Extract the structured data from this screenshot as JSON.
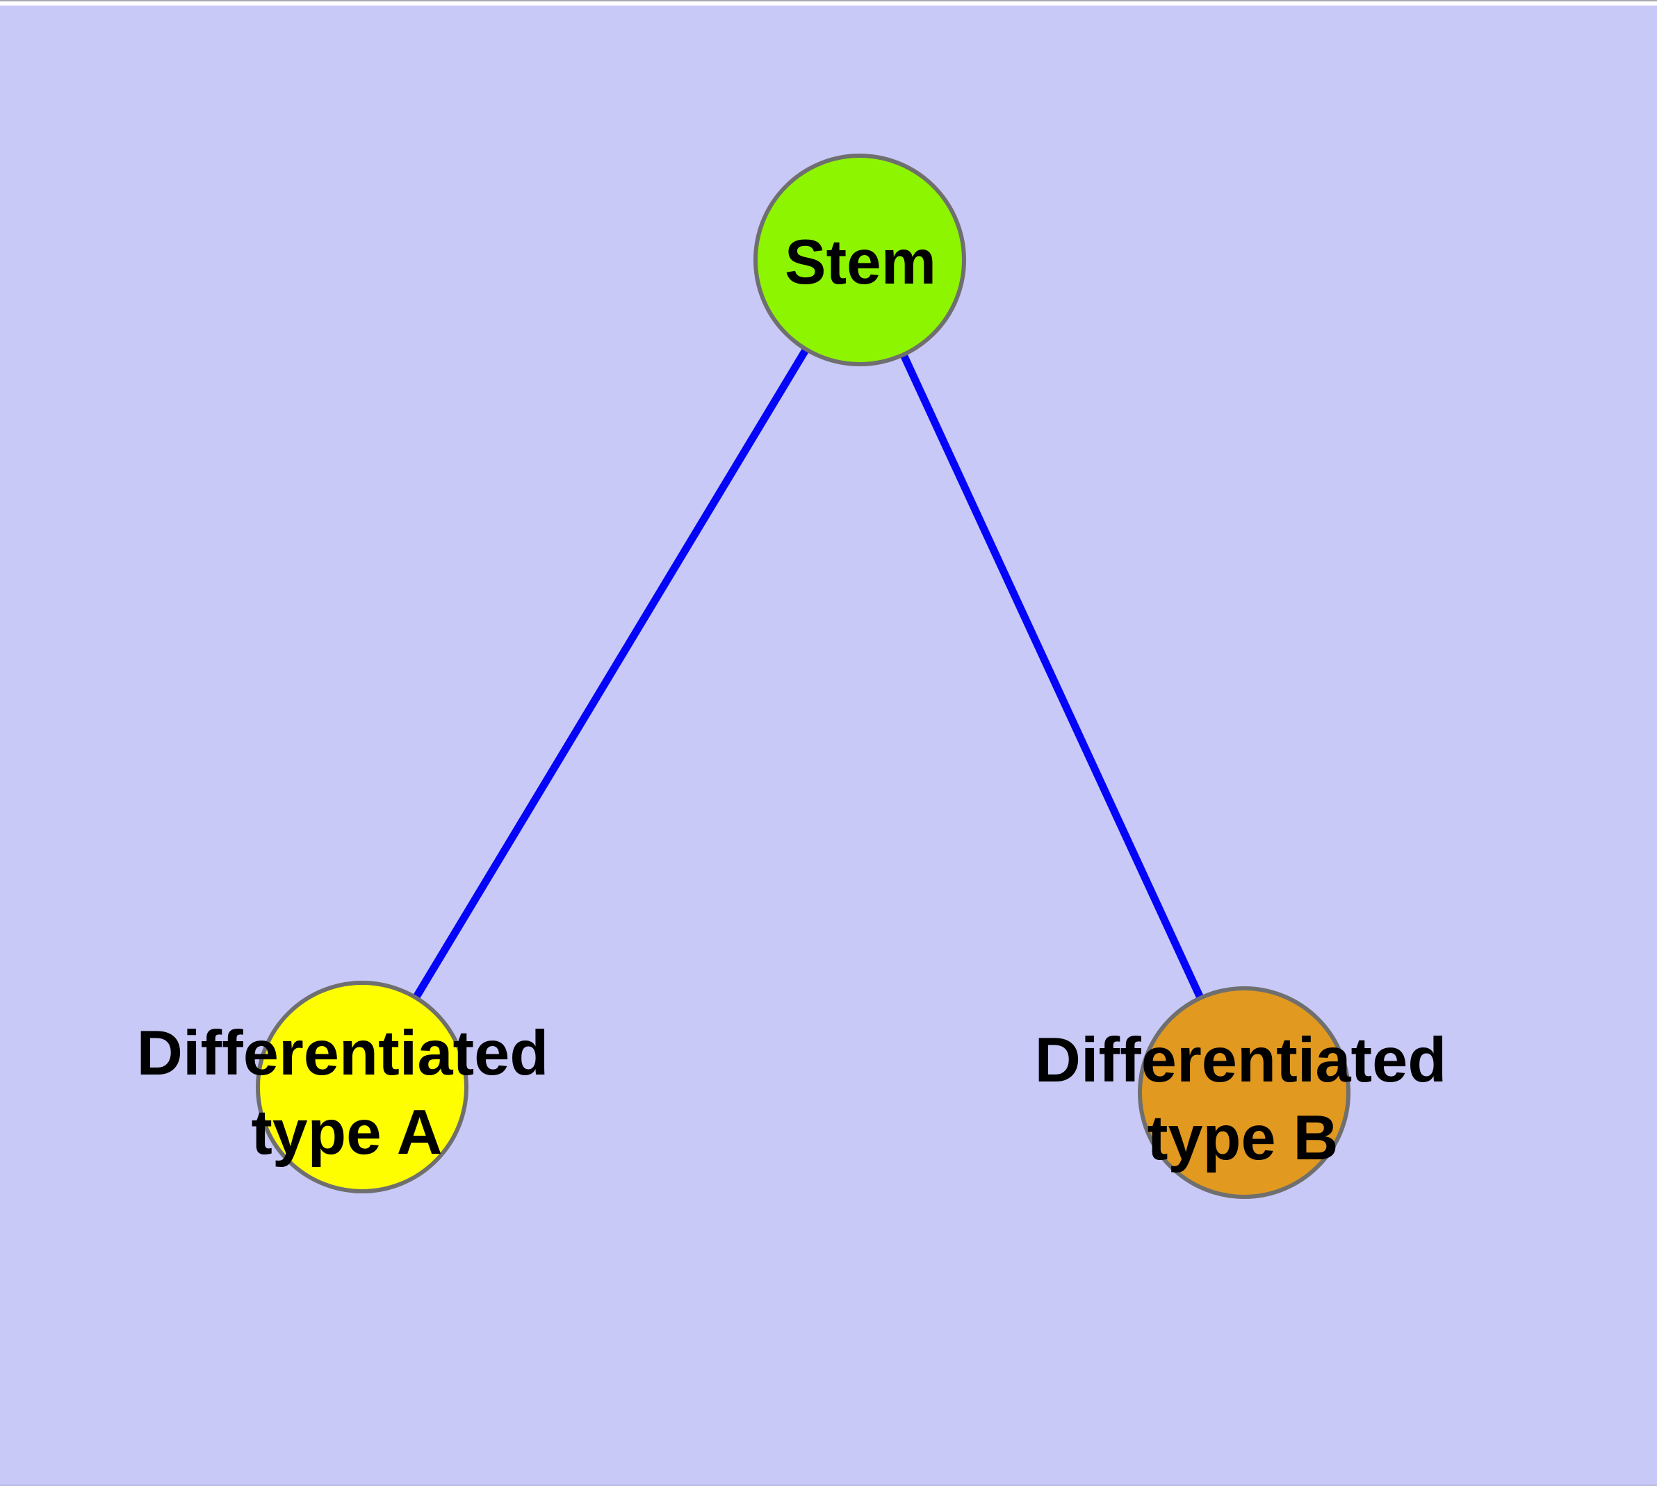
{
  "window": {
    "top_border_color": "#A7A7AC",
    "top_strip_color": "#FFFFFF",
    "bottom_edge_color": "#B9B9E2"
  },
  "diagram": {
    "background_color": "#C9C9F8",
    "edge_color": "#0404F8",
    "node_border_color": "#6F6F6F",
    "label_color": "#000000",
    "nodes": {
      "stem": {
        "label": "Stem",
        "fill": "#8EF500"
      },
      "diff_a": {
        "label_line1": "Differentiated",
        "label_line2": "type A",
        "fill": "#FEFE00"
      },
      "diff_b": {
        "label_line1": "Differentiated",
        "label_line2": "type B",
        "fill": "#E1991F"
      }
    },
    "edges": [
      {
        "from": "Stem",
        "to": "Differentiated type A"
      },
      {
        "from": "Stem",
        "to": "Differentiated type B"
      }
    ]
  }
}
